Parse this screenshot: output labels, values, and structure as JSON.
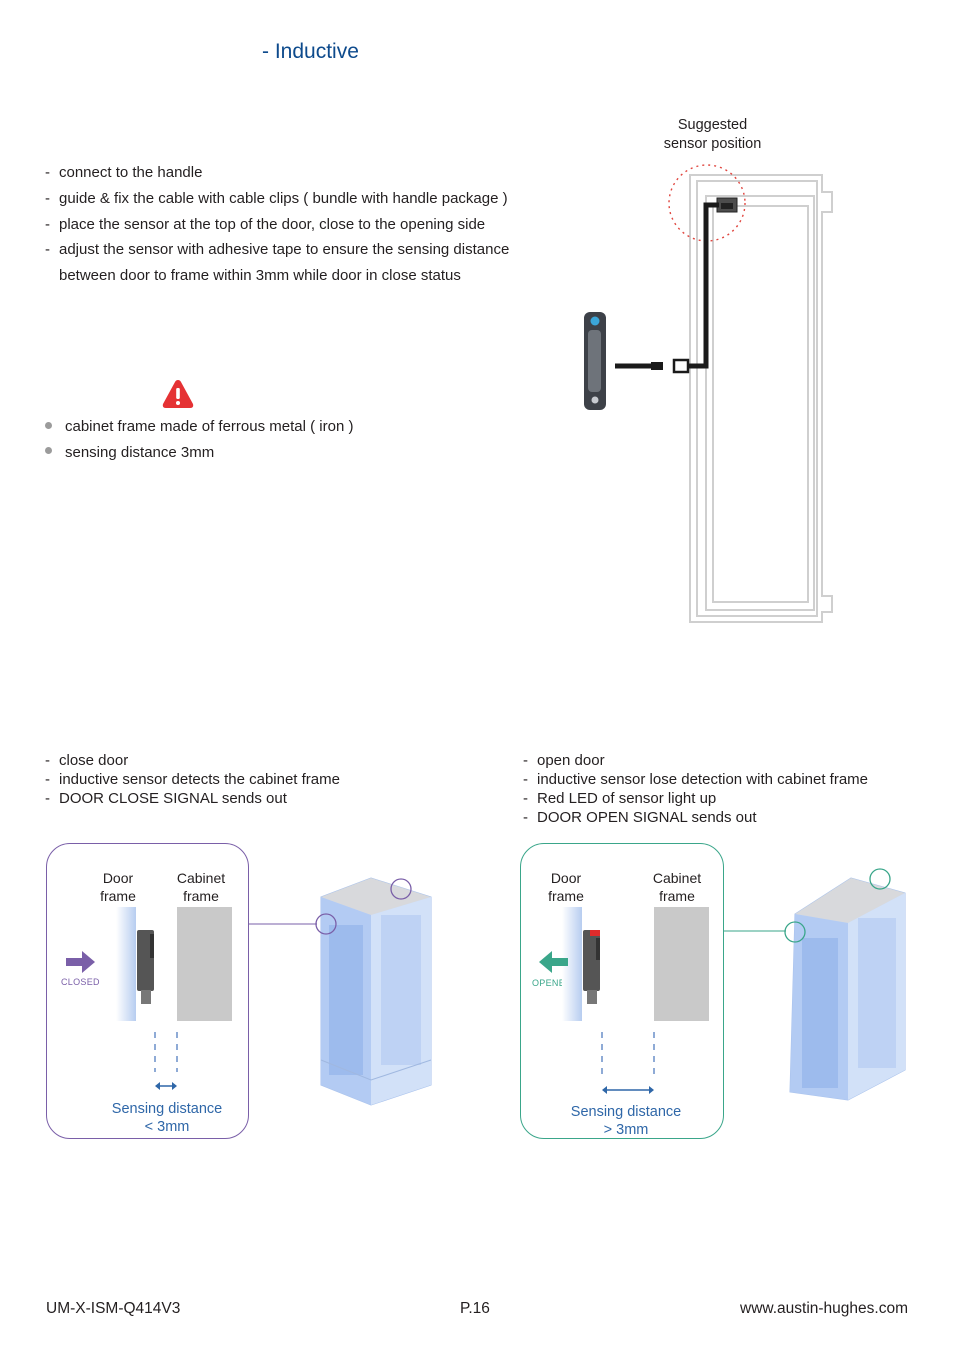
{
  "header": {
    "title": "- Inductive"
  },
  "install_steps": [
    "connect to the handle",
    "guide & fix the cable with cable clips ( bundle with handle package )",
    "place the sensor at the top of the door, close to the opening side",
    "adjust the sensor with adhesive tape to ensure the sensing distance",
    "between door to frame within 3mm while door in close status"
  ],
  "warning_icon": "warning-triangle-icon",
  "requirements": [
    "cabinet frame made of ferrous metal ( iron )",
    "sensing distance 3mm"
  ],
  "diagram": {
    "suggested_label_line1": "Suggested",
    "suggested_label_line2": "sensor position"
  },
  "closed_state": {
    "steps": [
      "close door",
      "inductive sensor detects the cabinet frame",
      "DOOR CLOSE SIGNAL sends out"
    ],
    "door_frame_1": "Door",
    "door_frame_2": "frame",
    "cabinet_frame_1": "Cabinet",
    "cabinet_frame_2": "frame",
    "status": "CLOSED",
    "sensing_1": "Sensing distance",
    "sensing_2": "< 3mm",
    "color": "#7a5fa8"
  },
  "opened_state": {
    "steps": [
      "open door",
      "inductive sensor lose detection with cabinet frame",
      "Red LED of sensor light up",
      "DOOR OPEN SIGNAL sends out"
    ],
    "door_frame_1": "Door",
    "door_frame_2": "frame",
    "cabinet_frame_1": "Cabinet",
    "cabinet_frame_2": "frame",
    "status": "OPENED",
    "sensing_1": "Sensing distance",
    "sensing_2": "> 3mm",
    "color": "#3aa68a"
  },
  "footer": {
    "doc_code": "UM-X-ISM-Q414V3",
    "page": "P.16",
    "website": "www.austin-hughes.com"
  }
}
